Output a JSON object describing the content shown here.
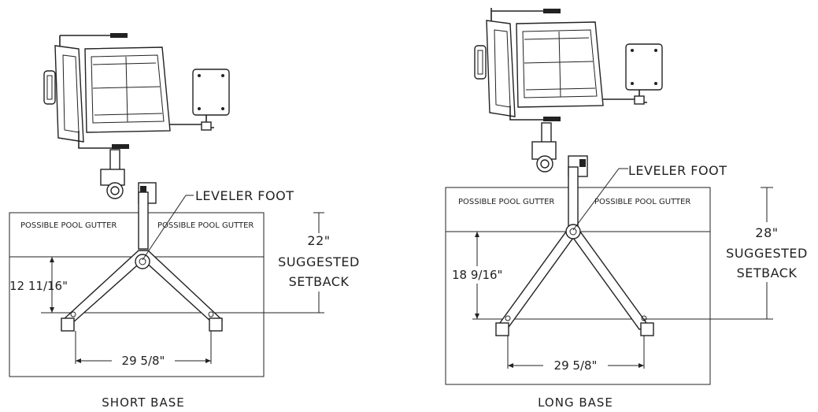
{
  "short": {
    "gutter_left": "POSSIBLE POOL GUTTER",
    "gutter_right": "POSSIBLE POOL GUTTER",
    "leveler": "LEVELER FOOT",
    "setback_value": "22\"",
    "setback_line1": "SUGGESTED",
    "setback_line2": "SETBACK",
    "depth": "12 11/16\"",
    "width": "29 5/8\"",
    "caption": "SHORT BASE"
  },
  "long": {
    "gutter_left": "POSSIBLE POOL GUTTER",
    "gutter_right": "POSSIBLE POOL GUTTER",
    "leveler": "LEVELER FOOT",
    "setback_value": "28\"",
    "setback_line1": "SUGGESTED",
    "setback_line2": "SETBACK",
    "depth": "18 9/16\"",
    "width": "29 5/8\"",
    "caption": "LONG BASE"
  }
}
